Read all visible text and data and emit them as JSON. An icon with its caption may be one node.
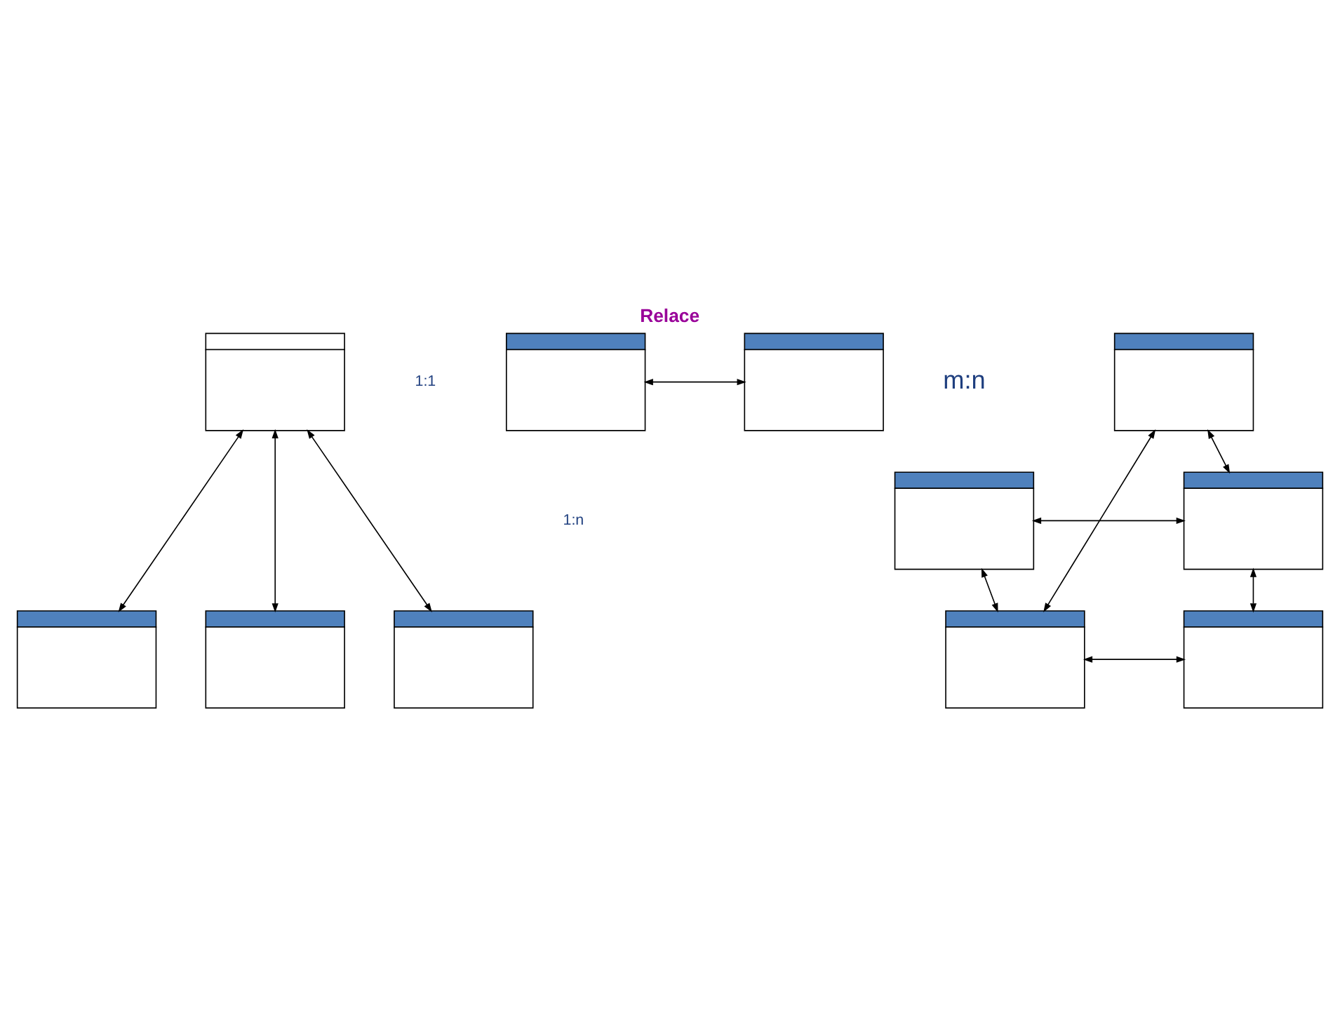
{
  "diagram": {
    "title": "Relace",
    "nodes": [
      {
        "text": [],
        "shape": "box"
      },
      {
        "text": [],
        "shape": "box"
      },
      {
        "text": [],
        "shape": "box"
      },
      {
        "text": [],
        "shape": "box"
      },
      {
        "text": [],
        "shape": "box"
      },
      {
        "text": [],
        "shape": "box"
      },
      {
        "text": [],
        "shape": "box"
      },
      {
        "text": [],
        "shape": "box"
      },
      {
        "text": [],
        "shape": "box"
      },
      {
        "text": [],
        "shape": "box"
      },
      {
        "text": [],
        "shape": "box"
      }
    ],
    "edges": [
      {
        "from": 0,
        "to": 1,
        "arrow": "both"
      },
      {
        "from": 2,
        "to": 3,
        "arrow": "both"
      },
      {
        "from": 2,
        "to": 4,
        "arrow": "both"
      },
      {
        "from": 2,
        "to": 5,
        "arrow": "both"
      },
      {
        "from": 6,
        "to": 7,
        "arrow": "both"
      },
      {
        "from": 8,
        "to": 7,
        "arrow": "both"
      },
      {
        "from": 6,
        "to": 9,
        "arrow": "both"
      },
      {
        "from": 7,
        "to": 10,
        "arrow": "both"
      },
      {
        "from": 8,
        "to": 9,
        "arrow": "both"
      },
      {
        "from": 9,
        "to": 10,
        "arrow": "both"
      }
    ],
    "labels": [
      "1:1",
      "1:n",
      "m:n"
    ]
  }
}
